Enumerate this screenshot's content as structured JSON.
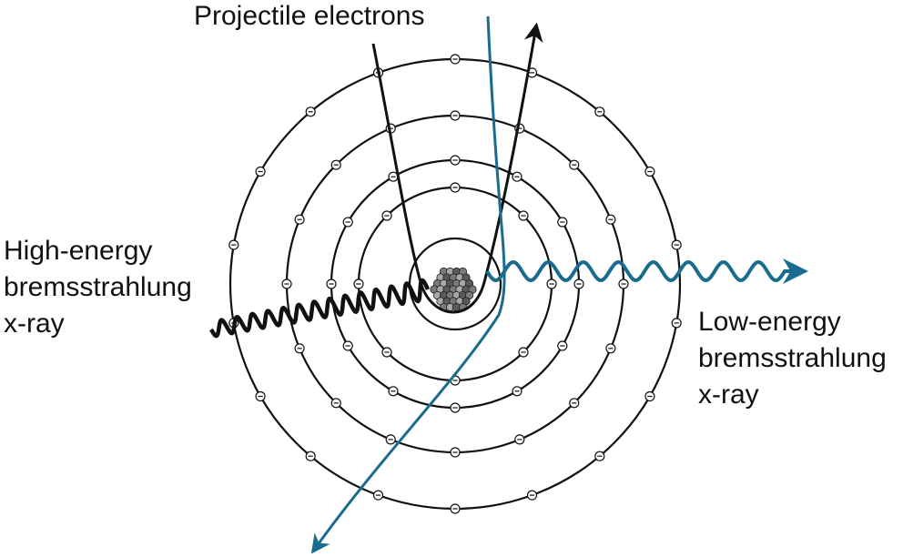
{
  "labels": {
    "projectile": "Projectile electrons",
    "high_energy": [
      "High-energy",
      "bremsstrahlung",
      "x-ray"
    ],
    "low_energy": [
      "Low-energy",
      "bremsstrahlung",
      "x-ray"
    ]
  },
  "colors": {
    "ink": "#111111",
    "blue": "#1a6c8f"
  }
}
